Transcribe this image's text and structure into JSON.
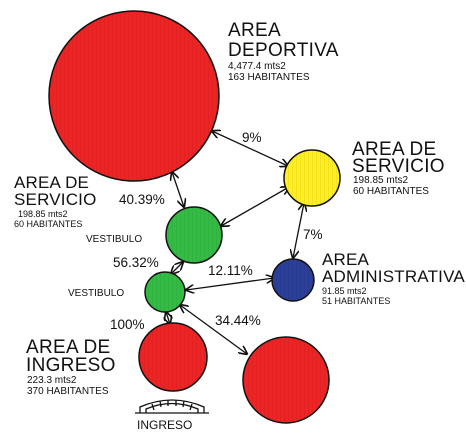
{
  "colors": {
    "red": "#ee2424",
    "yellow": "#ffee22",
    "green": "#33bb44",
    "blue": "#2b3f99",
    "stroke": "#111111"
  },
  "areas": {
    "deportiva": {
      "title_1": "AREA",
      "title_2": "DEPORTIVA",
      "size": "4,477.4 mts2",
      "people": "163 HABITANTES"
    },
    "servicio_right": {
      "title_1": "AREA DE",
      "title_2": "SERVICIO",
      "size": "198.85 mts2",
      "people": "60 HABITANTES"
    },
    "servicio_left": {
      "title_1": "AREA DE",
      "title_2": "SERVICIO",
      "size": "198.85 mts2",
      "people": "60 HABITANTES"
    },
    "administrativa": {
      "title_1": "AREA",
      "title_2": "ADMINISTRATIVA",
      "size": "91.85 mts2",
      "people": "51 HABITANTES"
    },
    "ingreso": {
      "title_1": "AREA DE",
      "title_2": "INGRESO",
      "size": "223.3 mts2",
      "people": "370 HABITANTES"
    }
  },
  "nodes": {
    "vestibulo_1": "VESTIBULO",
    "vestibulo_2": "VESTIBULO",
    "ingreso": "INGRESO"
  },
  "percentages": {
    "deportiva_servicio": "9%",
    "deportiva_vestibulo": "40.39%",
    "servicio_admin": "7%",
    "vestibulo_vestibulo": "56.32%",
    "vestibulo_admin": "12.11%",
    "ingreso_vestibulo": "100%",
    "vestibulo_red": "34.44%"
  }
}
